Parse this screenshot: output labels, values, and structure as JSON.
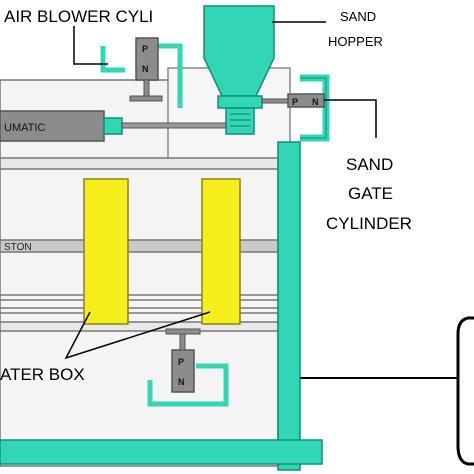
{
  "labels": {
    "air_blower": "AIR BLOWER CYLI",
    "sand_hopper_1": "SAND",
    "sand_hopper_2": "HOPPER",
    "pneumatic": "UMATIC",
    "sand_gate_1": "SAND",
    "sand_gate_2": "GATE",
    "sand_gate_3": "CYLINDER",
    "piston": "STON",
    "heater_box": "ATER BOX"
  },
  "cylinder_marks": {
    "top_p": "P",
    "top_n": "N",
    "gate_p": "P",
    "gate_n": "N",
    "bottom_p": "P",
    "bottom_n": "N"
  },
  "colors": {
    "frame": "#33d6b4",
    "frame_dark": "#118f77",
    "heater": "#f5ee1a",
    "cylinder": "#8c8c8c",
    "cylinder_dark": "#616161",
    "panel": "#f4f4f4",
    "line": "#000000"
  }
}
